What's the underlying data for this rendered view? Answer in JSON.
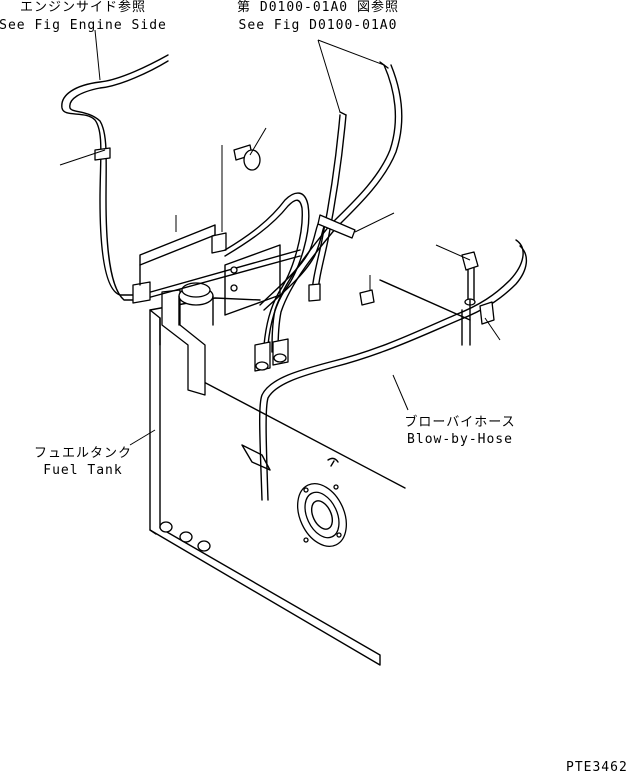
{
  "labels": {
    "engine_side_jp": "エンジンサイド参照",
    "engine_side_en": "See Fig Engine Side",
    "fig_ref_jp": "第 D0100-01A0 図参照",
    "fig_ref_en": "See Fig D0100-01A0",
    "fuel_tank_jp": "フュエルタンク",
    "fuel_tank_en": "Fuel Tank",
    "blowby_jp": "ブローバイホース",
    "blowby_en": "Blow-by-Hose",
    "drawing_code": "PTE3462"
  }
}
